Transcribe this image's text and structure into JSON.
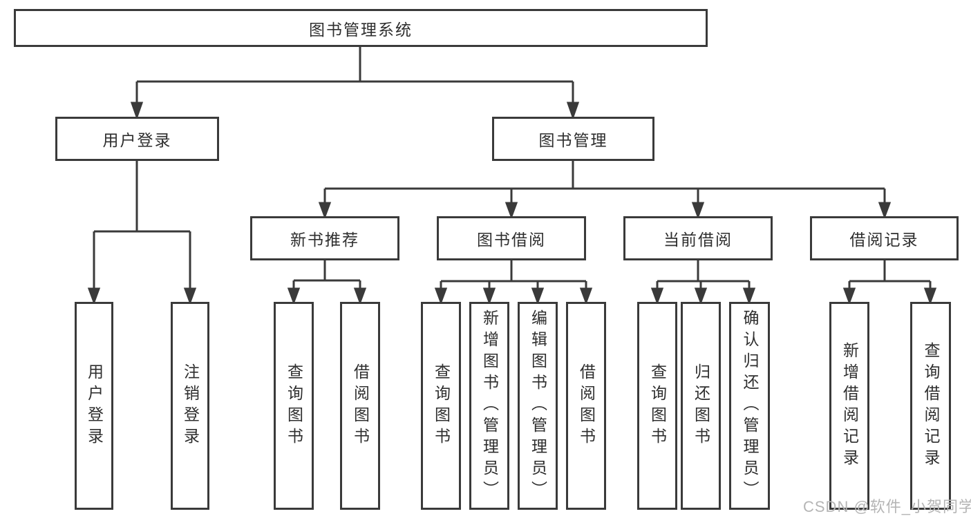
{
  "diagram_title": "图书管理系统",
  "nodes": {
    "root": {
      "label": "图书管理系统"
    },
    "login_branch": {
      "label": "用户登录"
    },
    "book_mgmt": {
      "label": "图书管理"
    },
    "new_book_rec": {
      "label": "新书推荐"
    },
    "book_borrow": {
      "label": "图书借阅"
    },
    "current_borrow": {
      "label": "当前借阅"
    },
    "borrow_records": {
      "label": "借阅记录"
    },
    "user_login": {
      "label": "用户登录"
    },
    "logout": {
      "label": "注销登录"
    },
    "rec_query": {
      "label": "查询图书"
    },
    "rec_borrow": {
      "label": "借阅图书"
    },
    "bb_query": {
      "label": "查询图书"
    },
    "bb_add": {
      "label": "新增图书（管理员）"
    },
    "bb_edit": {
      "label": "编辑图书（管理员）"
    },
    "bb_borrow": {
      "label": "借阅图书"
    },
    "cb_query": {
      "label": "查询图书"
    },
    "cb_return": {
      "label": "归还图书"
    },
    "cb_confirm": {
      "label": "确认归还（管理员）"
    },
    "br_add": {
      "label": "新增借阅记录"
    },
    "br_query": {
      "label": "查询借阅记录"
    }
  },
  "watermark": "CSDN @软件_小贺同学",
  "colors": {
    "line": "#3a3a3a",
    "border": "#3a3a3a",
    "text": "#2e2e2e",
    "watermark": "#b5b5b5",
    "background": "#ffffff"
  }
}
